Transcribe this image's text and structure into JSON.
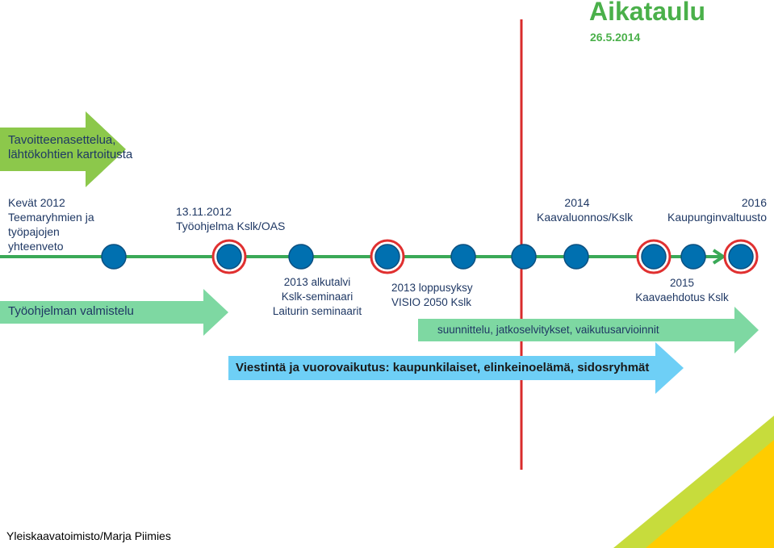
{
  "header": {
    "title": "Aikataulu",
    "date": "26.5.2014"
  },
  "colors": {
    "title_green": "#4ab04a",
    "milestone_blue": "#0070b0",
    "ring_red": "#e03030",
    "timeline_green": "#3aa957",
    "now_line_red": "#d92b2b",
    "phase_green": "#7ed8a2",
    "comm_blue": "#6ecff6",
    "goal_green": "#8cc84b",
    "corner_yellow": "#ffcc00",
    "corner_green": "#c7dc3c",
    "text_navy": "#1f3864"
  },
  "goal_arrow": {
    "lines": [
      "Tavoitteenasettelua,",
      "lähtökohtien kartoitusta"
    ]
  },
  "top_labels": [
    {
      "lines": [
        "Kevät 2012",
        "Teemaryhmien ja",
        "työpajojen",
        "yhteenveto"
      ]
    },
    {
      "lines": [
        "13.11.2012",
        "Työohjelma Kslk/OAS"
      ]
    },
    {
      "lines": [
        "2014",
        "Kaavaluonnos/Kslk"
      ]
    },
    {
      "lines": [
        "2016",
        "Kaupunginvaltuusto"
      ]
    }
  ],
  "bottom_labels": [
    {
      "lines": [
        "2013 alkutalvi",
        "Kslk-seminaari",
        "Laiturin seminaarit"
      ]
    },
    {
      "lines": [
        "2013 loppusyksy",
        "VISIO 2050 Kslk"
      ]
    },
    {
      "lines": [
        "2015",
        "Kaavaehdotus Kslk"
      ]
    }
  ],
  "phase_arrows": {
    "work_program": "Työohjelman valmistelu",
    "planning": "suunnittelu, jatkoselvitykset, vaikutusarvioinnit",
    "communication": "Viestintä ja vuorovaikutus: kaupunkilaiset, elinkeinoelämä, sidosryhmät"
  },
  "milestones": [
    {
      "ring": false
    },
    {
      "ring": true
    },
    {
      "ring": false
    },
    {
      "ring": true
    },
    {
      "ring": false
    },
    {
      "ring": false
    },
    {
      "ring": false
    },
    {
      "ring": true
    },
    {
      "ring": false
    },
    {
      "ring": true
    }
  ],
  "footer": "Yleiskaavatoimisto/Marja Piimies"
}
